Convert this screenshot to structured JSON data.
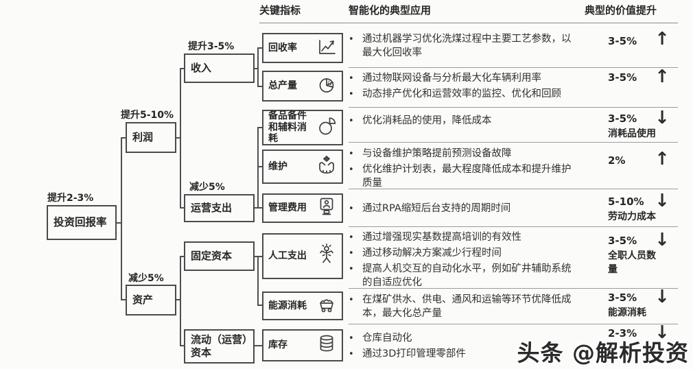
{
  "headers": {
    "indicators": "关键指标",
    "applications": "智能化的典型应用",
    "value": "典型的价值提升"
  },
  "tree": {
    "root": {
      "label": "投资回报率",
      "edge": "提升2-3%"
    },
    "profit": {
      "label": "利润",
      "edge": "提升5-10%"
    },
    "assets": {
      "label": "资产",
      "edge": "减少5%"
    },
    "revenue": {
      "label": "收入",
      "edge": "提升3-5%"
    },
    "opex": {
      "label": "运营支出",
      "edge": "减少5%"
    },
    "fixed_capital": {
      "label": "固定资本"
    },
    "working_capital": {
      "label": "流动（运营）资本"
    }
  },
  "rows": [
    {
      "indicator": "回收率",
      "icon": "trend-chart-icon",
      "bullets": [
        "通过机器学习优化洗煤过程中主要工艺参数，以最大化回收率"
      ],
      "value": "3-5%",
      "value_note": "",
      "arrow": "↑"
    },
    {
      "indicator": "总产量",
      "icon": "pie-chart-icon",
      "bullets": [
        "通过物联网设备与分析最大化车辆利用率",
        "动态排产优化和运营效率的监控、优化和回顾"
      ],
      "value": "3-5%",
      "value_note": "",
      "arrow": "↑"
    },
    {
      "indicator": "备品备件和辅料消耗",
      "icon": "pie-slice-icon",
      "bullets": [
        "优化消耗品的使用，降低成本"
      ],
      "value": "3-5%",
      "value_note": "消耗品使用",
      "arrow": "↓"
    },
    {
      "indicator": "维护",
      "icon": "care-hands-icon",
      "bullets": [
        "与设备维护策略提前预测设备故障",
        "优化维护计划表，最大程度降低成本和提升维护质量"
      ],
      "value": "2%",
      "value_note": "",
      "arrow": "↑"
    },
    {
      "indicator": "管理费用",
      "icon": "person-monitor-icon",
      "bullets": [
        "通过RPA缩短后台支持的周期时间"
      ],
      "value": "5-10%",
      "value_note": "劳动力成本",
      "arrow": "↓"
    },
    {
      "indicator": "人工支出",
      "icon": "worker-icon",
      "bullets": [
        "通过增强现实基数提高培训的有效性",
        "通过移动解决方案减少行程时间",
        "提高人机交互的自动化水平，例如矿井辅助系统的自适应优化"
      ],
      "value": "3-5%",
      "value_note": "全职人员数量",
      "arrow": "↓"
    },
    {
      "indicator": "能源消耗",
      "icon": "mine-cart-icon",
      "bullets": [
        "在煤矿供水、供电、通风和运输等环节优降低成本，最大化总产量"
      ],
      "value": "3-5%",
      "value_note": "能源消耗",
      "arrow": "↓"
    },
    {
      "indicator": "库存",
      "icon": "database-icon",
      "bullets": [
        "仓库自动化",
        "通过3D打印管理零部件"
      ],
      "value": "2-3%",
      "value_note": "",
      "arrow": "↓"
    }
  ],
  "watermark": "头条 @解析投资"
}
